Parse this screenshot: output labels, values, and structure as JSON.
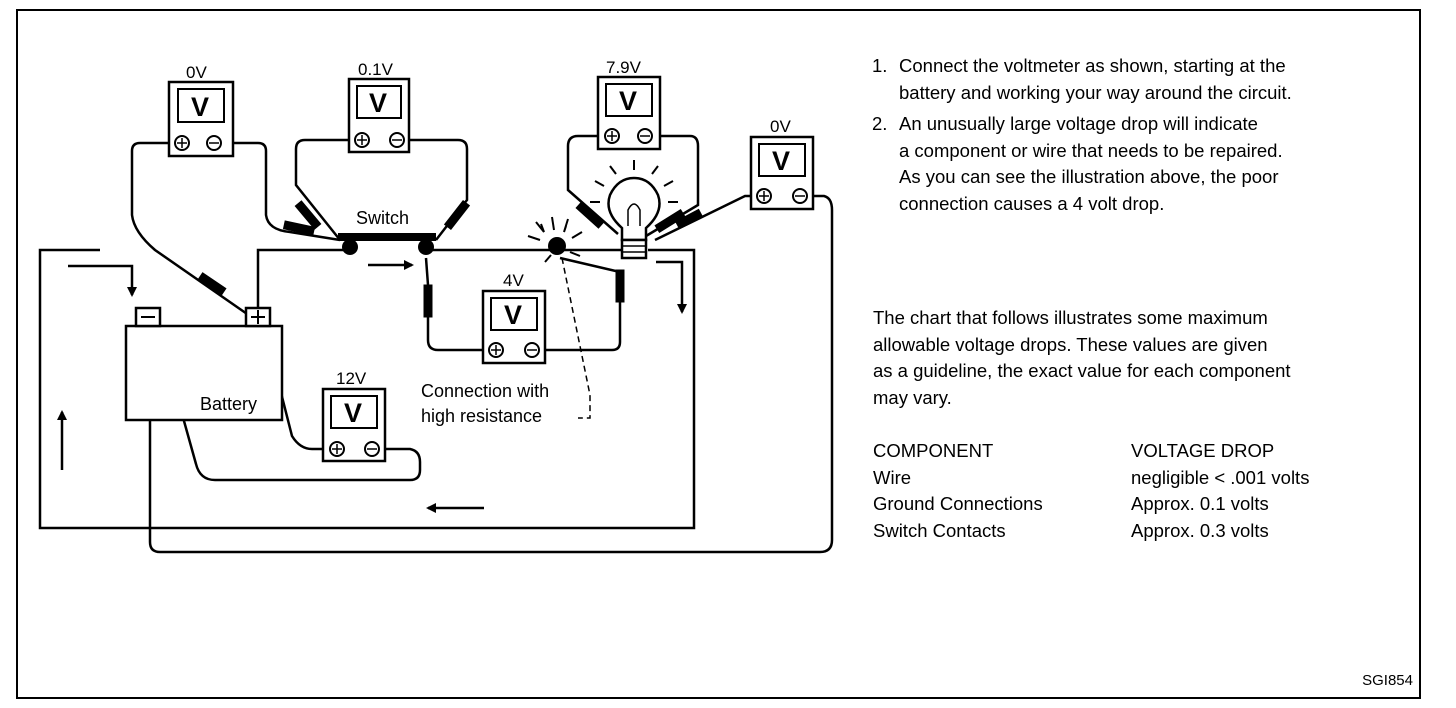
{
  "diagram": {
    "meters": [
      {
        "id": "battery-ground-side",
        "reading": "0V",
        "letter": "V"
      },
      {
        "id": "switch",
        "reading": "0.1V",
        "letter": "V"
      },
      {
        "id": "bulb",
        "reading": "7.9V",
        "letter": "V"
      },
      {
        "id": "bulb-ground-side",
        "reading": "0V",
        "letter": "V"
      },
      {
        "id": "connection",
        "reading": "4V",
        "letter": "V"
      },
      {
        "id": "battery",
        "reading": "12V",
        "letter": "V"
      }
    ],
    "labels": {
      "switch": "Switch",
      "battery": "Battery",
      "connection_line1": "Connection with",
      "connection_line2": "high resistance"
    }
  },
  "instructions": [
    {
      "number": "1.",
      "lines": [
        "Connect the voltmeter as shown, starting at the",
        "battery and working your way around the circuit."
      ]
    },
    {
      "number": "2.",
      "lines": [
        "An unusually large voltage drop will indicate",
        "a component or wire that needs to be repaired.",
        "As you can see the illustration above, the poor",
        "connection causes a 4 volt drop."
      ]
    }
  ],
  "chart_intro": [
    "The chart that follows illustrates some maximum",
    "allowable voltage drops. These values are given",
    "as a guideline, the exact value for each component",
    "may vary."
  ],
  "table": {
    "headers": [
      "COMPONENT",
      "VOLTAGE DROP"
    ],
    "rows": [
      [
        "Wire",
        "negligible < .001 volts"
      ],
      [
        "Ground Connections",
        "Approx. 0.1 volts"
      ],
      [
        "Switch Contacts",
        "Approx. 0.3 volts"
      ]
    ]
  },
  "figure_id": "SGI854"
}
